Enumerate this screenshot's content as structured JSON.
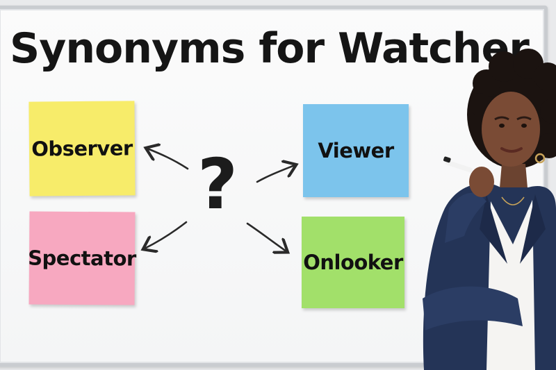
{
  "title": "Synonyms for Watcher",
  "center_symbol": "?",
  "notes": [
    {
      "label": "Observer",
      "color": "#f7ec6a"
    },
    {
      "label": "Viewer",
      "color": "#7cc4ec"
    },
    {
      "label": "Spectator",
      "color": "#f7a8c0"
    },
    {
      "label": "Onlooker",
      "color": "#a2e06a"
    }
  ],
  "person": {
    "description_icon": "thinking-woman-with-marker"
  }
}
